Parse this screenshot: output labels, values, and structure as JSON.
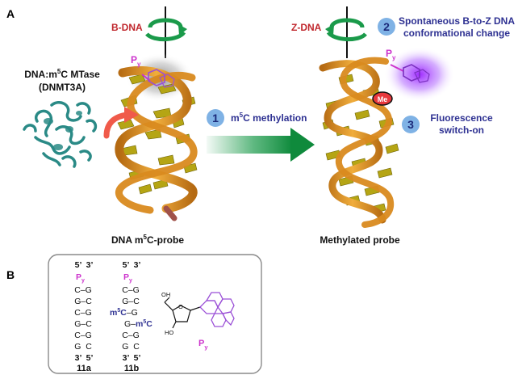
{
  "panel_a": {
    "label": "A",
    "bdna_label": "B-DNA",
    "zdna_label": "Z-DNA",
    "enzyme": {
      "line1": "DNA:m",
      "sup": "5",
      "line1b": "C MTase",
      "line2": "(DNMT3A)"
    },
    "py_main": "P",
    "py_sub": "y",
    "me_label": "Me",
    "step1": {
      "number": "1",
      "pre": "m",
      "sup": "5",
      "post": "C methylation"
    },
    "step2": {
      "number": "2",
      "line1": "Spontaneous B-to-Z DNA",
      "line2": "conformational change"
    },
    "step3": {
      "number": "3",
      "line1": "Fluorescence",
      "line2": "switch-on"
    },
    "left_caption": {
      "pre": "DNA m",
      "sup": "5",
      "post": "C-probe"
    },
    "right_caption": "Methylated probe"
  },
  "panel_b": {
    "label": "B",
    "end_top": "5’  3’",
    "end_bottom": "3’  5’",
    "probe_a": {
      "name": "11a",
      "pairs": [
        "C–G",
        "G–C",
        "C–G",
        "G–C",
        "C–G",
        "G  C"
      ]
    },
    "probe_b": {
      "name": "11b",
      "pairs": [
        "C–G",
        "G–C",
        "m5C–G",
        "G–m5C",
        "C–G",
        "G  C"
      ]
    },
    "m_prefix": "m",
    "m_sup": "5",
    "m_suffix": "C",
    "structure": {
      "oh": "OH",
      "ho": "HO",
      "o": "O",
      "label_main": "P",
      "label_sub": "y"
    }
  },
  "colors": {
    "red_label": "#c0272d",
    "blue_label": "#2e3192",
    "magenta": "#cc33cc",
    "green_arrow": "#1a9a4a",
    "step_circle": "#7fb2e5",
    "ribbon": "#e49a2a",
    "base": "#b5a514",
    "enzyme": "#2a8a86",
    "methyl": "#e8383d"
  }
}
